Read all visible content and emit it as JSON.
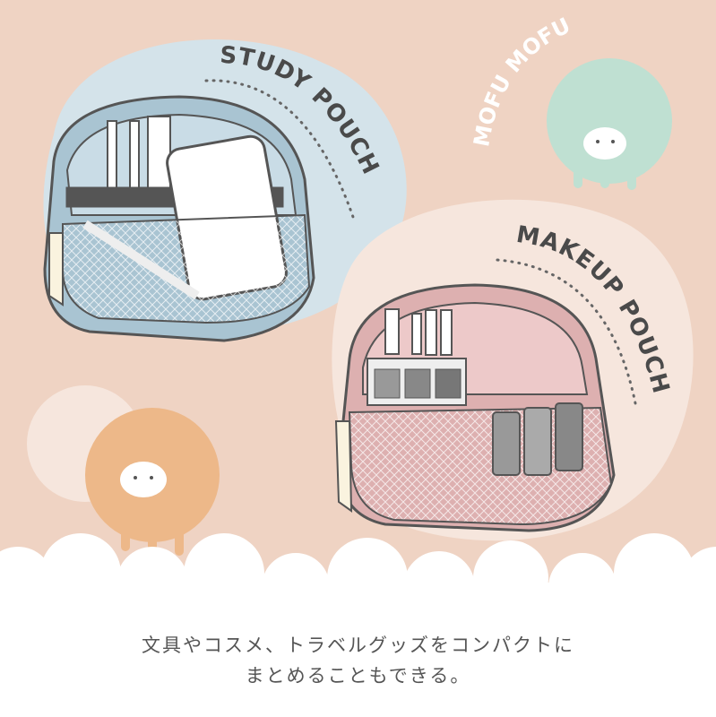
{
  "labels": {
    "study_pouch": "STUDY POUCH",
    "makeup_pouch": "MAKEUP POUCH",
    "brand": "MOFU MOFU"
  },
  "caption": {
    "line1": "文具やコスメ、トラベルグッズをコンパクトに",
    "line2": "まとめることもできる。"
  },
  "colors": {
    "background": "#EFD3C3",
    "blue_blob": "#D4E3EA",
    "cream_blob": "#F6E6DD",
    "study_pouch": "#A9C4D2",
    "makeup_pouch": "#DDB0B0",
    "mint_sheep": "#BFE0D2",
    "orange_sheep": "#EDB889"
  }
}
